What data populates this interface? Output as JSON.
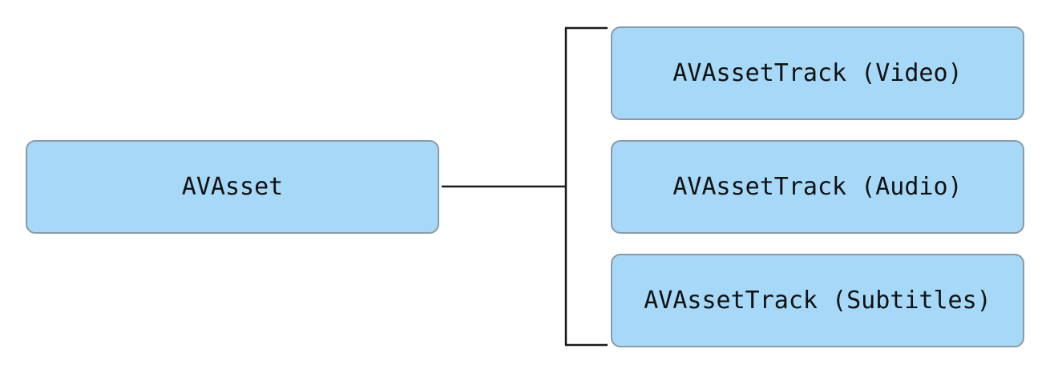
{
  "diagram": {
    "root": {
      "label": "AVAsset"
    },
    "children": [
      {
        "label": "AVAssetTrack (Video)"
      },
      {
        "label": "AVAssetTrack (Audio)"
      },
      {
        "label": "AVAssetTrack (Subtitles)"
      }
    ],
    "colors": {
      "node_fill": "#a6d8f7",
      "node_border": "#8a9aa6",
      "connector": "#1a1a1a",
      "text": "#111111"
    }
  }
}
